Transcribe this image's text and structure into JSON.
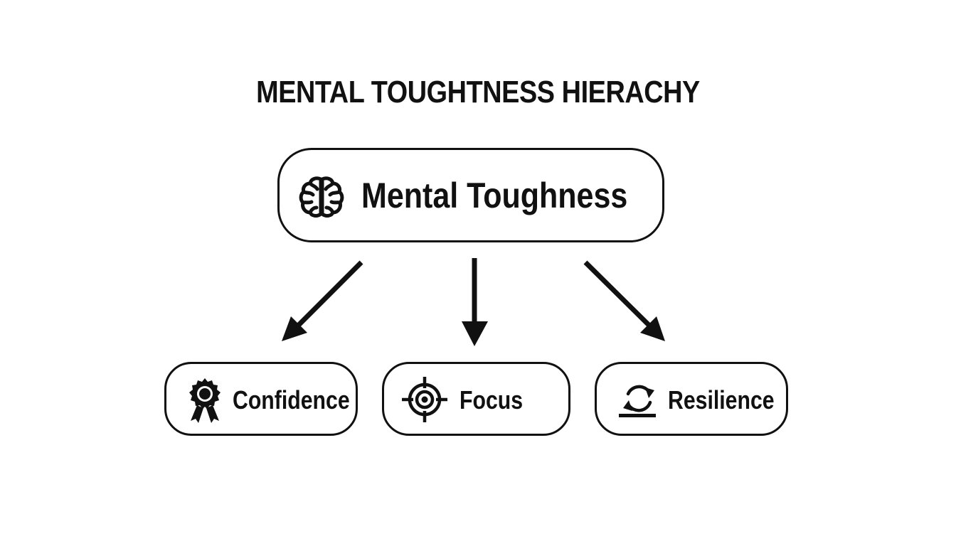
{
  "diagram": {
    "title": "MENTAL TOUGHTNESS HIERACHY",
    "root": {
      "label": "Mental Toughness",
      "icon": "brain-icon"
    },
    "children": [
      {
        "key": "confidence",
        "label": "Confidence",
        "icon": "award-ribbon-icon"
      },
      {
        "key": "focus",
        "label": "Focus",
        "icon": "target-crosshair-icon"
      },
      {
        "key": "resilience",
        "label": "Resilience",
        "icon": "recover-cycle-icon"
      }
    ],
    "colors": {
      "ink": "#111111",
      "background": "#ffffff"
    }
  }
}
